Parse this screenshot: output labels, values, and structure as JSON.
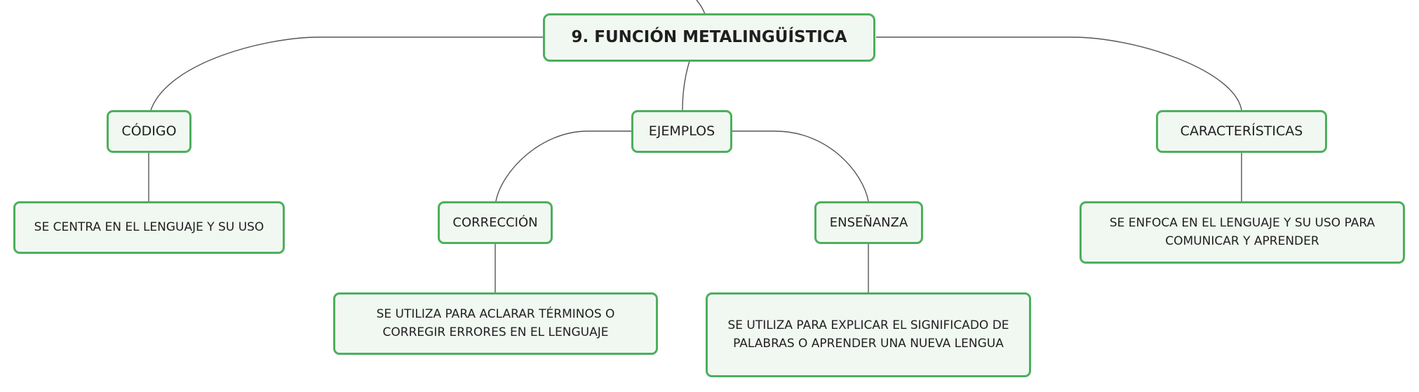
{
  "nodes": {
    "root": "9. FUNCIÓN METALINGÜÍSTICA",
    "codigo": "CÓDIGO",
    "ejemplos": "EJEMPLOS",
    "caracteristicas": "CARACTERÍSTICAS",
    "codigo_desc": "SE CENTRA EN EL LENGUAJE Y SU USO",
    "correccion": "CORRECCIÓN",
    "ensenanza": "ENSEÑANZA",
    "caracteristicas_desc": "SE ENFOCA EN EL LENGUAJE Y SU USO PARA COMUNICAR Y APRENDER",
    "correccion_desc": "SE UTILIZA PARA ACLARAR TÉRMINOS O CORREGIR ERRORES EN EL LENGUAJE",
    "ensenanza_desc": "SE UTILIZA PARA EXPLICAR EL SIGNIFICADO DE PALABRAS O APRENDER UNA NUEVA LENGUA"
  },
  "colors": {
    "node_border": "#4caf5c",
    "node_fill": "#f1f8f2",
    "connector": "#555555"
  }
}
